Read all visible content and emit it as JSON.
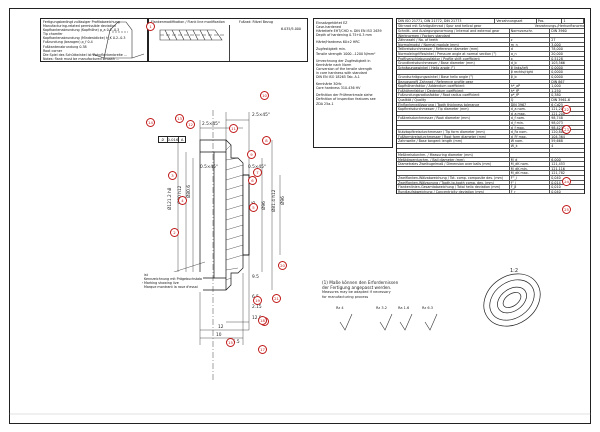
{
  "info_box_tl": {
    "lines": [
      "Fertigungsbedingt zulässiger Profilabweichung",
      "Manufacturing-related permissible deviation",
      "Kopfkantenabrundung (Kopfhöhe)    ρ_a    0.2..0.3",
      "Tip chamfer",
      "Kopfkantenabrundung (Mindestdicke)    h_K    0.2..0.3",
      "Fußrundung (bezogen)    ρ_f    0.4",
      "Fußkantenabrundung   0.38",
      "Root corner",
      "Die Spiel des Schüttwinkel ist Zahnflankenbreite ...",
      "Notes: flank must be manufactured smooth ..."
    ]
  },
  "profile_box": {
    "header_left": "Flankenmodifikation / Flank line modification",
    "header_right": "Fußrad: Ritzel   Bezug",
    "right_value": "6.035/5.000"
  },
  "material_box": {
    "lines": [
      "Einsatzgehärtet    EZ",
      "Case-hardened",
      "Härtetiefe EHT/CHD n. DIN EN ISO 2639",
      "Depth of hardening    0.75+0.3 mm",
      "Härte/Hardness    60±2 HRC",
      "Zugfestigkeit min.",
      "Tensile strength    1000...1200 N/mm²",
      "Umrechnung der Zugfestigkeit in",
      "Kernhärte nach Norm",
      "Conversion of the tensile strength",
      "in core hardness with standard",
      "DIN EN ISO 18265 Tab. A.1",
      "Kernhärte 30Hc",
      "Core hardness    310-436 HV",
      "Definition der Prüfmerkmale siehe",
      "Definition of inspection features see",
      "ZDA 25a-1"
    ]
  },
  "gear_table": {
    "header": [
      "DIN ISO 21771, DIN 21772, DIN 21773",
      "Verzahnungsart",
      "Pos.",
      "1"
    ],
    "sub_header": [
      "Stirnrad mit Schrägstirnrad / Spur and helical gear",
      "Verzahnungs-/Herkunftsnormen"
    ],
    "rows": [
      [
        "Schnitt- und Auslegungsnormung / Internal and external gear",
        "Normvorschr.",
        "DIN 3960"
      ],
      [
        "Werknormen / Factory standard",
        "",
        ""
      ],
      [
        "Zähnezahl / No. of teeth",
        "z",
        "27"
      ],
      [
        "Normalmodul / Normal module (mm)",
        "m_n",
        "3,000"
      ],
      [
        "Teilkreisdurchmesser / Reference diameter (mm)",
        "d",
        "78,000"
      ],
      [
        "Normaleingriffswinkel / Pressure angle at normal section (°)",
        "α_n",
        "20,000"
      ],
      [
        "Profilverschiebungsfaktor / Profile shift coefficient",
        "x",
        "0,5128"
      ],
      [
        "Grundkreisdurchmesser / Base diameter (mm)",
        "d_b",
        "103,566"
      ],
      [
        "Schrägungswinkel / Helix angle (°)",
        "β links/left",
        "0,0000"
      ],
      [
        "",
        "β rechts/right",
        "0,0000"
      ],
      [
        "Grundschrägungswinkel / Base helix angle (°)",
        "β_b",
        "0,0000"
      ],
      [
        "Bezugsprofil Zahnrad / Reference profile gear",
        "",
        "DIN 867"
      ],
      [
        "Kopfhöhenfaktor / Addendum coefficient",
        "h*_aP",
        "1,000"
      ],
      [
        "Fußhöhenfaktor / Dedendum coefficient",
        "h*_fP",
        "1,250"
      ],
      [
        "Fußrundungsradiusfaktor / Root radius coefficient",
        "ρ*_fP",
        "0,380"
      ],
      [
        "Qualität / Quality",
        "Q",
        "DIN 3961-6"
      ],
      [
        "Einflankenwälzsprung / Tooth thickness tolerance",
        "DIN 3967",
        "6 Cd25"
      ],
      [
        "Kopfkreisdurchmesser / Tip diameter (mm)",
        "d_a nom.",
        "121,200"
      ],
      [
        "",
        "d_a max.",
        "121,200"
      ],
      [
        "Fußkreisdurchmesser / Root diameter (mm)",
        "d_f nom.",
        "98,748"
      ],
      [
        "",
        "d_f min.",
        "98,073"
      ],
      [
        "",
        "d_f max.",
        "98,423"
      ],
      [
        "Nutzkopfkreisdurchmesser / Tip form diameter (mm)",
        "d_Fa nom.",
        "120,800"
      ],
      [
        "Fußformkreisdurchmesser / Root form diameter (mm)",
        "d_Ff max.",
        "104,364"
      ],
      [
        "Zahnweite / Base tangent length (mm)",
        "W nom.",
        "59,668"
      ],
      [
        "",
        "W_k",
        "4"
      ],
      [
        "",
        "",
        ""
      ],
      [
        "Meßkreisdurchm. / Measuring diameter (mm)",
        "",
        ""
      ],
      [
        "Meßkörperdurchm. / Ball diameter (mm)",
        "M_d",
        "6,000"
      ],
      [
        "Diametrales Zweikugelmaß / Dimension over balls (mm)",
        "M_dK nom.",
        "121,453"
      ],
      [
        "",
        "M_dK min.",
        "121,116"
      ],
      [
        "",
        "M_dK max.",
        "121,782"
      ],
      [
        "Zweiflanken-Wälzabweichung / Tot. comp. composite dev. (mm)",
        "F''_i",
        "0,040"
      ],
      [
        "Zweiflanken-Wälzsprung / Tooth-to-tooth comp. dev. (mm)",
        "f''_i",
        "0,014"
      ],
      [
        "Flankenlinien-Gesamtabweichung / Total helix deviation (mm)",
        "F_β",
        "0,010"
      ],
      [
        "Rundlaufabweichung / Concentricity deviation (mm)",
        "F_r",
        "0,040"
      ]
    ]
  },
  "markers": [
    "1",
    "2",
    "3",
    "4",
    "5",
    "6",
    "7",
    "8",
    "9",
    "10",
    "11",
    "12",
    "13",
    "14",
    "15",
    "16",
    "17",
    "18",
    "19",
    "20",
    "21",
    "22",
    "23",
    "24",
    "25"
  ],
  "dims": {
    "chamfer_top": "2.5×45°",
    "chamfer_top2": "2.5×45°",
    "chamfer_mid": "0.5×45°",
    "chamfer_mid2": "0.5×45°",
    "d1": "Ø121.2 h8",
    "d2": "Ø90 h12",
    "d3": "Ø80.6",
    "d4": "Ø96",
    "d5": "Ø96",
    "d6": "Ø81.4 h12",
    "d7": "Ø96",
    "b1": "12",
    "b2": "9.5",
    "b3": "2.15",
    "b4": "10",
    "b5": "6.5",
    "b6": "12.9",
    "b7": "15.5",
    "tol1": "0.016",
    "tol2": "A"
  },
  "drawing_note": {
    "lines": [
      "ist",
      "Kennzeichnung mit Prägebuchstaben",
      "Marking showing live",
      "Marque montrant la roue d'essai"
    ]
  },
  "center_note": {
    "lines": [
      "(1) Maße können den Erfordernissen",
      "der Fertigung angepasst werden.",
      "Measures may be adapted if necessary",
      "for manufacturing process"
    ]
  },
  "scale": "1:2",
  "surface_symbols": [
    "Rz 4",
    "Rz 3.2",
    "Ra 1.6",
    "Rz 6.3"
  ]
}
